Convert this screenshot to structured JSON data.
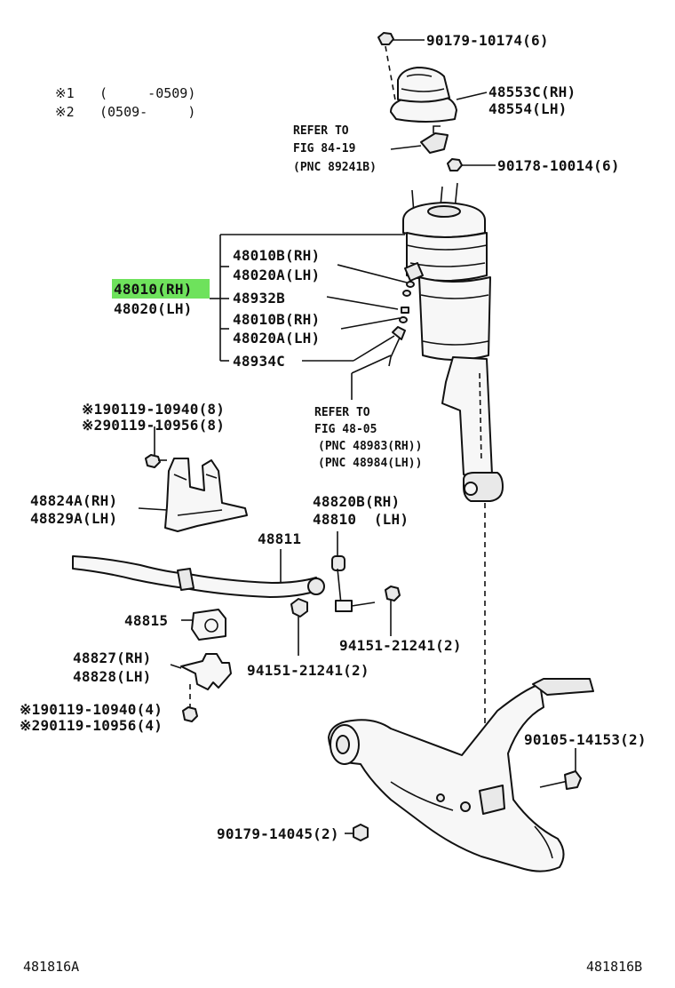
{
  "notes": {
    "n1_mark": "※1",
    "n1_range": "(     -0509)",
    "n2_mark": "※2",
    "n2_range": "(0509-     )"
  },
  "labels": {
    "nut_top": "90179-10174(6)",
    "mount_rh": "48553C(RH)",
    "mount_lh": "48554(LH)",
    "refer1_a": "REFER TO",
    "refer1_b": "FIG 84-19",
    "refer1_c": "(PNC 89241B)",
    "nut_mount": "90178-10014(6)",
    "seal1_rh": "48010B(RH)",
    "seal1_lh": "48020A(LH)",
    "abs_rh": "48010(RH)",
    "abs_lh": "48020(LH)",
    "ring": "48932B",
    "seal2_rh": "48010B(RH)",
    "seal2_lh": "48020A(LH)",
    "sensor": "48934C",
    "refer2_a": "REFER TO",
    "refer2_b": "FIG 48-05",
    "refer2_c": "(PNC 48983(RH))",
    "refer2_d": "(PNC 48984(LH))",
    "bolt1": "※190119-10940(8)",
    "bolt2": "※290119-10956(8)",
    "bracket_rh": "48824A(RH)",
    "bracket_lh": "48829A(LH)",
    "link_rh": "48820B(RH)",
    "link_lh": "48810  (LH)",
    "stabilizer": "48811",
    "bushing": "48815",
    "nut_link": "94151-21241(2)",
    "clamp_rh": "48827(RH)",
    "clamp_lh": "48828(LH)",
    "nut_link2": "94151-21241(2)",
    "bolt3": "※190119-10940(4)",
    "bolt4": "※290119-10956(4)",
    "bolt_arm": "90105-14153(2)",
    "nut_arm": "90179-14045(2)",
    "code_left": "481816A",
    "code_right": "481816B"
  },
  "highlight_color": "#6ee25c"
}
